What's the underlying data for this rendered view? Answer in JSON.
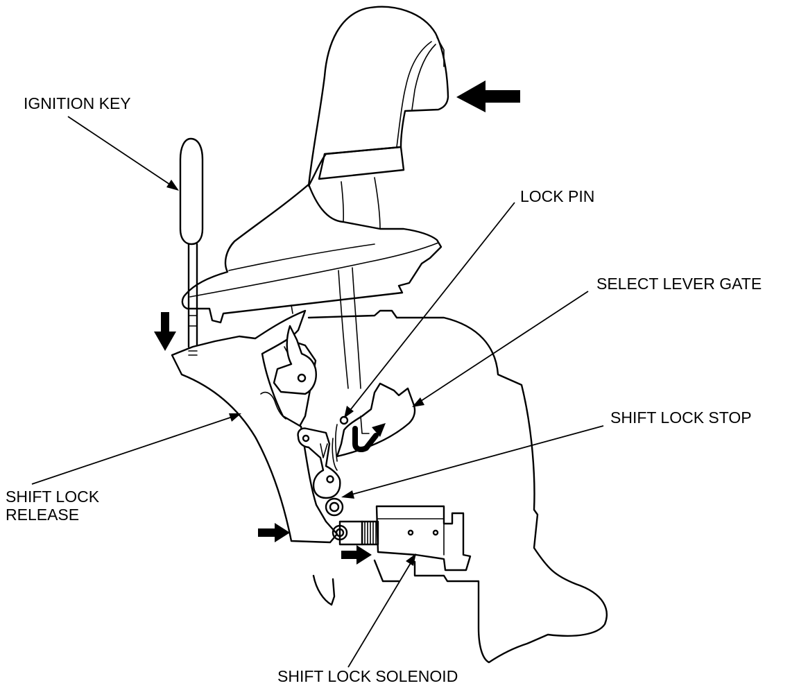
{
  "labels": {
    "ignition_key": "IGNITION KEY",
    "lock_pin": "LOCK PIN",
    "select_lever_gate": "SELECT LEVER GATE",
    "shift_lock_stop": "SHIFT LOCK STOP",
    "shift_lock_release_line1": "SHIFT LOCK",
    "shift_lock_release_line2": "RELEASE",
    "shift_lock_solenoid": "SHIFT LOCK SOLENOID"
  }
}
